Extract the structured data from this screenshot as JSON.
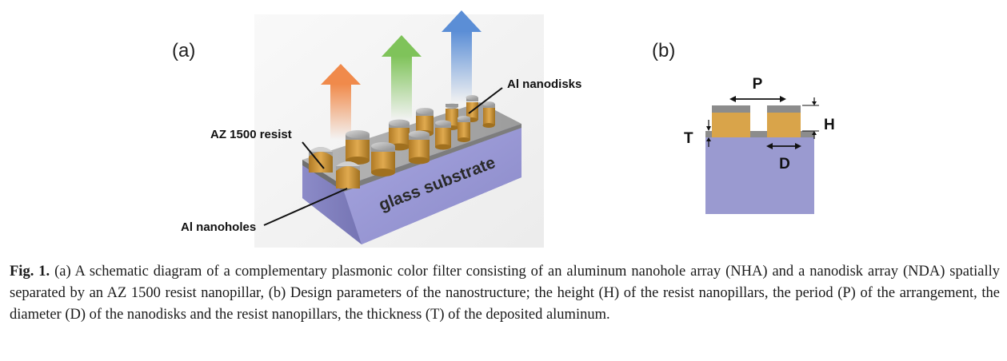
{
  "figure": {
    "panel_a": {
      "label": "(a)",
      "annotations": {
        "al_nanodisks": "Al nanodisks",
        "az_resist": "AZ 1500 resist",
        "al_nanoholes": "Al nanoholes",
        "substrate": "glass substrate"
      },
      "arrow_colors": [
        "#f08a4b",
        "#7fc35a",
        "#5b8ed6"
      ]
    },
    "panel_b": {
      "label": "(b)",
      "dims": {
        "p": "P",
        "h": "H",
        "t": "T",
        "d": "D"
      },
      "colors": {
        "resist": "#d9a44a",
        "aluminum": "#8c8c8c",
        "glass": "#9a9ad0"
      }
    },
    "caption": {
      "prefix": "Fig. 1.",
      "text": " (a) A schematic diagram of a complementary plasmonic color filter consisting of an aluminum nanohole array (NHA) and a nanodisk array (NDA) spatially separated by an AZ 1500 resist nanopillar, (b) Design parameters of the nanostructure; the height (H) of the resist nanopillars, the period (P) of the arrangement, the diameter (D) of the nanodisks and the resist nanopillars, the thickness (T) of the deposited aluminum."
    }
  }
}
